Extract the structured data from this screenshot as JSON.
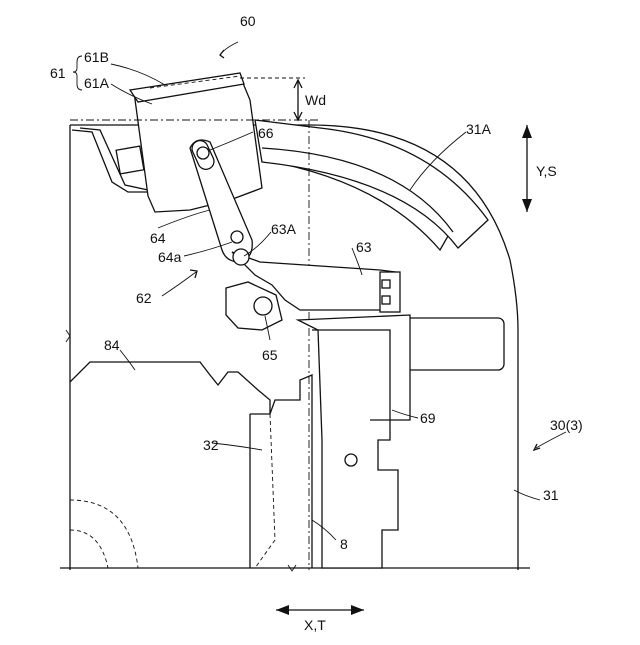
{
  "labels": {
    "l60": "60",
    "l61": "61",
    "l61B": "61B",
    "l61A": "61A",
    "lWd": "Wd",
    "l66": "66",
    "l31A": "31A",
    "lYS": "Y,S",
    "l64": "64",
    "l64a": "64a",
    "l63A": "63A",
    "l63": "63",
    "l62": "62",
    "l65": "65",
    "l84": "84",
    "l69": "69",
    "l30": "30(3)",
    "l32": "32",
    "l31": "31",
    "l8": "8",
    "lXT": "X,T"
  }
}
